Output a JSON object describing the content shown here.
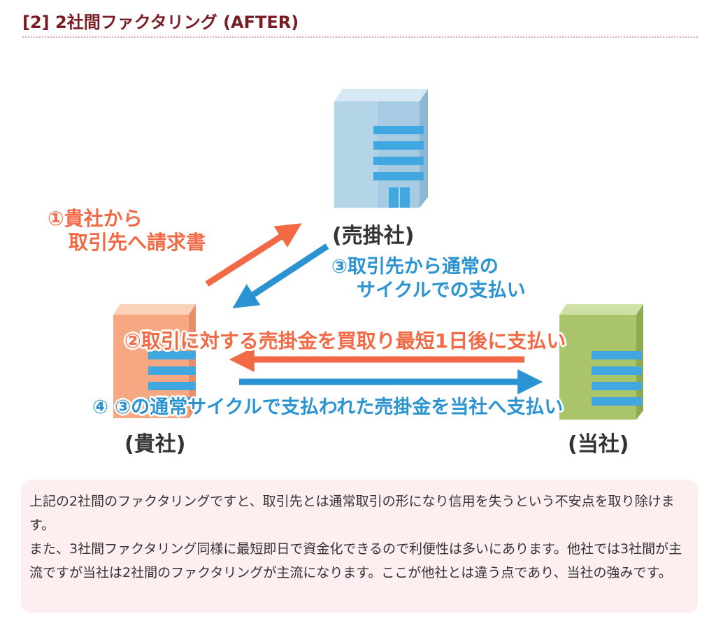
{
  "heading": "[2] 2社間ファクタリング (AFTER)",
  "diagram": {
    "nodes": {
      "customer": "(売掛社)",
      "client": "(貴社)",
      "company": "(当社)"
    },
    "labels": {
      "step1_line1": "①貴社から",
      "step1_line2": "取引先へ請求書",
      "step3_line1": "③取引先から通常の",
      "step3_line2": "サイクルでの支払い",
      "step2": "②取引に対する売掛金を買取り最短1日後に支払い",
      "step4": "④ ③の通常サイクルで支払われた売掛金を当社へ支払い"
    },
    "colors": {
      "orange": "#f26a45",
      "blue": "#2a93d1"
    }
  },
  "note": {
    "para1": "上記の2社間のファクタリングですと、取引先とは通常取引の形になり信用を失うという不安点を取り除けます。",
    "para2": "また、3社間ファクタリング同様に最短即日で資金化できるので利便性は多いにあります。他社では3社間が主流ですが当社は2社間のファクタリングが主流になります。ここが他社とは違う点であり、当社の強みです。"
  }
}
